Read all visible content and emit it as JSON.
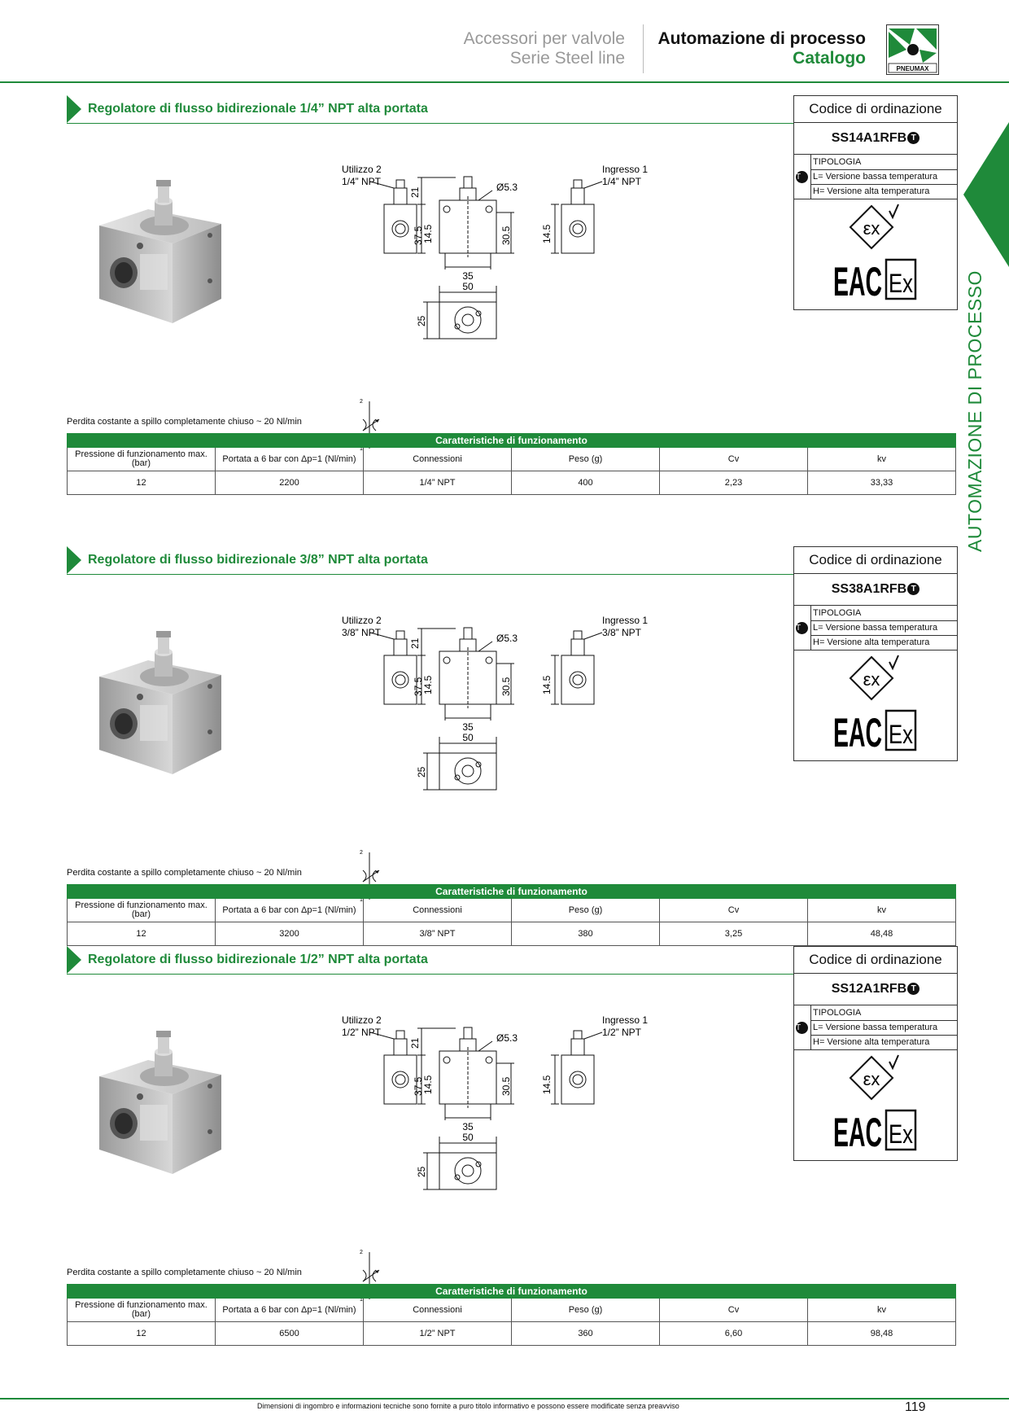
{
  "header": {
    "left_line1": "Accessori per valvole",
    "left_line2": "Serie Steel line",
    "right_line1": "Automazione di processo",
    "right_line2": "Catalogo",
    "logo_text": "PNEUMAX"
  },
  "sidebar": {
    "label": "AUTOMAZIONE DI PROCESSO"
  },
  "colors": {
    "accent": "#1f8a3a"
  },
  "sections": [
    {
      "title": "Regolatore di flusso bidirezionale 1/4” NPT alta portata",
      "drawing": {
        "outlet_label": "Utilizzo 2",
        "outlet_thread": "1/4” NPT",
        "inlet_label": "Ingresso 1",
        "inlet_thread": "1/4” NPT",
        "dim_hole": "Ø5.3",
        "dim_21": "21",
        "dim_37_5": "37.5",
        "dim_30_5": "30.5",
        "dim_14_5_left": "14.5",
        "dim_14_5_right": "14.5",
        "dim_35": "35",
        "dim_50": "50",
        "dim_25": "25"
      },
      "symbol": {
        "port_top": "2",
        "port_bottom": "1"
      },
      "note": "Perdita costante a spillo completamente chiuso ~ 20 Nl/min",
      "order_box": {
        "title": "Codice di ordinazione",
        "code": "SS14A1RFB",
        "code_marker": "T",
        "tipologia": "TIPOLOGIA",
        "option_marker": "T",
        "option_l": "L= Versione bassa temperatura",
        "option_h": "H= Versione alta temperatura",
        "cert_ex": "εx",
        "cert_eac": "EAC",
        "cert_ex2": "Ex"
      },
      "table": {
        "title": "Caratteristiche di funzionamento",
        "headers": [
          "Pressione di funzionamento max. (bar)",
          "Portata a 6 bar con Δp=1 (Nl/min)",
          "Connessioni",
          "Peso (g)",
          "Cv",
          "kv"
        ],
        "values": [
          "12",
          "2200",
          "1/4” NPT",
          "400",
          "2,23",
          "33,33"
        ]
      }
    },
    {
      "title": "Regolatore di flusso bidirezionale 3/8” NPT alta portata",
      "drawing": {
        "outlet_label": "Utilizzo 2",
        "outlet_thread": "3/8” NPT",
        "inlet_label": "Ingresso 1",
        "inlet_thread": "3/8” NPT",
        "dim_hole": "Ø5.3",
        "dim_21": "21",
        "dim_37_5": "37.5",
        "dim_30_5": "30.5",
        "dim_14_5_left": "14.5",
        "dim_14_5_right": "14.5",
        "dim_35": "35",
        "dim_50": "50",
        "dim_25": "25"
      },
      "symbol": {
        "port_top": "2",
        "port_bottom": "1"
      },
      "note": "Perdita costante a spillo completamente chiuso ~ 20 Nl/min",
      "order_box": {
        "title": "Codice di ordinazione",
        "code": "SS38A1RFB",
        "code_marker": "T",
        "tipologia": "TIPOLOGIA",
        "option_marker": "T",
        "option_l": "L= Versione bassa temperatura",
        "option_h": "H= Versione alta temperatura",
        "cert_ex": "εx",
        "cert_eac": "EAC",
        "cert_ex2": "Ex"
      },
      "table": {
        "title": "Caratteristiche di funzionamento",
        "headers": [
          "Pressione di funzionamento max. (bar)",
          "Portata a 6 bar con Δp=1 (Nl/min)",
          "Connessioni",
          "Peso (g)",
          "Cv",
          "kv"
        ],
        "values": [
          "12",
          "3200",
          "3/8” NPT",
          "380",
          "3,25",
          "48,48"
        ]
      }
    },
    {
      "title": "Regolatore di flusso bidirezionale 1/2” NPT alta portata",
      "drawing": {
        "outlet_label": "Utilizzo 2",
        "outlet_thread": "1/2” NPT",
        "inlet_label": "Ingresso 1",
        "inlet_thread": "1/2” NPT",
        "dim_hole": "Ø5.3",
        "dim_21": "21",
        "dim_37_5": "37.5",
        "dim_30_5": "30.5",
        "dim_14_5_left": "14.5",
        "dim_14_5_right": "14.5",
        "dim_35": "35",
        "dim_50": "50",
        "dim_25": "25"
      },
      "symbol": {
        "port_top": "2",
        "port_bottom": "1"
      },
      "note": "Perdita costante a spillo completamente chiuso ~ 20 Nl/min",
      "order_box": {
        "title": "Codice di ordinazione",
        "code": "SS12A1RFB",
        "code_marker": "T",
        "tipologia": "TIPOLOGIA",
        "option_marker": "T",
        "option_l": "L= Versione bassa temperatura",
        "option_h": "H= Versione alta temperatura",
        "cert_ex": "εx",
        "cert_eac": "EAC",
        "cert_ex2": "Ex"
      },
      "table": {
        "title": "Caratteristiche di funzionamento",
        "headers": [
          "Pressione di funzionamento max. (bar)",
          "Portata a 6 bar con Δp=1 (Nl/min)",
          "Connessioni",
          "Peso (g)",
          "Cv",
          "kv"
        ],
        "values": [
          "12",
          "6500",
          "1/2” NPT",
          "360",
          "6,60",
          "98,48"
        ]
      }
    }
  ],
  "footer": {
    "disclaimer": "Dimensioni di ingombro e informazioni tecniche sono fornite a puro titolo informativo e possono essere modificate senza preavviso",
    "page_number": "119"
  }
}
